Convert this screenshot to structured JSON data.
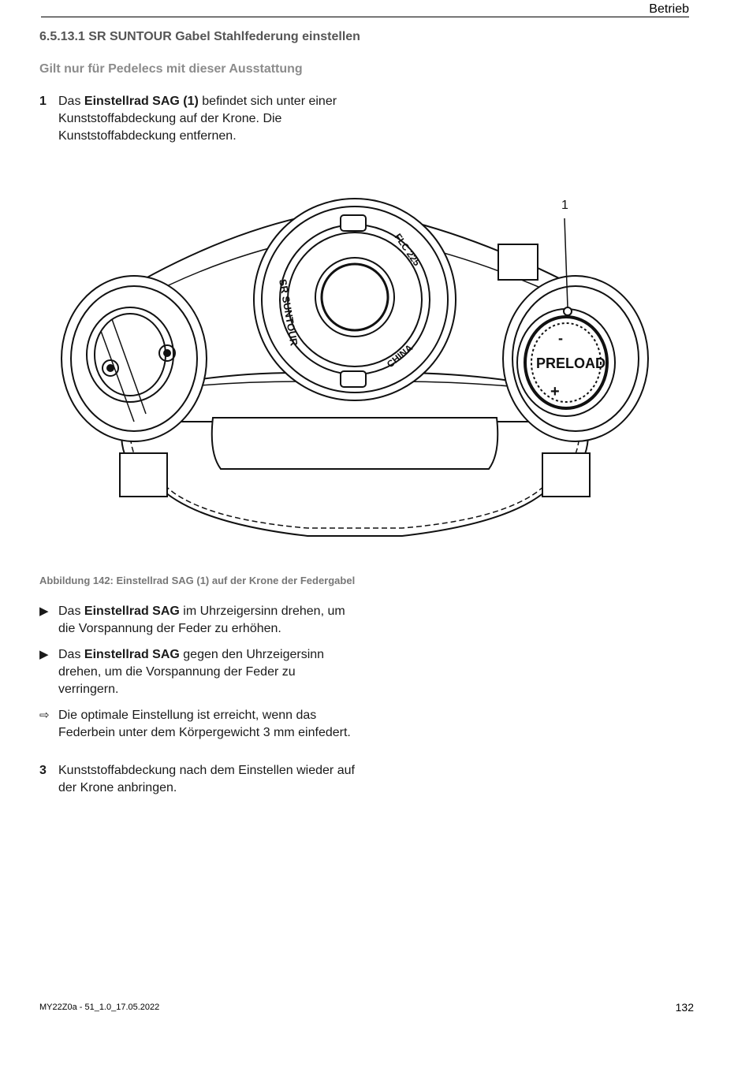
{
  "header": {
    "section": "Betrieb"
  },
  "title": "6.5.13.1 SR SUNTOUR Gabel Stahlfederung einstellen",
  "subtitle": "Gilt nur für Pedelecs mit dieser Ausstattung",
  "steps": [
    {
      "num": "1",
      "pre": "Das ",
      "bold": "Einstellrad SAG (1)",
      "post": " befindet sich unter einer Kunststoffabdeckung auf der Krone. Die Kunststoffabdeckung entfernen."
    },
    {
      "num": "3",
      "text": "Kunststoffabdeckung nach dem Einstellen wieder auf der Krone anbringen."
    }
  ],
  "figure": {
    "callout": "1",
    "labels": {
      "brand": "SR SUNTOUR",
      "model": "FLC 225",
      "origin": "CHINA",
      "dial": "PRELOAD"
    }
  },
  "caption": "Abbildung 142:  Einstellrad SAG (1) auf der Krone der Federgabel",
  "bullets": [
    {
      "mark": "▶",
      "pre": "Das ",
      "bold": "Einstellrad SAG",
      "post": " im Uhrzeigersinn drehen, um die Vorspannung der Feder zu erhöhen."
    },
    {
      "mark": "▶",
      "pre": "Das ",
      "bold": "Einstellrad SAG",
      "post": " gegen den Uhrzeigersinn drehen, um die Vorspannung der Feder zu verringern."
    },
    {
      "mark": "⇨",
      "text": "Die optimale Einstellung ist erreicht, wenn das Federbein unter dem Körpergewicht 3 mm einfedert."
    }
  ],
  "footer": {
    "doc_id": "MY22Z0a - 51_1.0_17.05.2022",
    "page": "132"
  }
}
